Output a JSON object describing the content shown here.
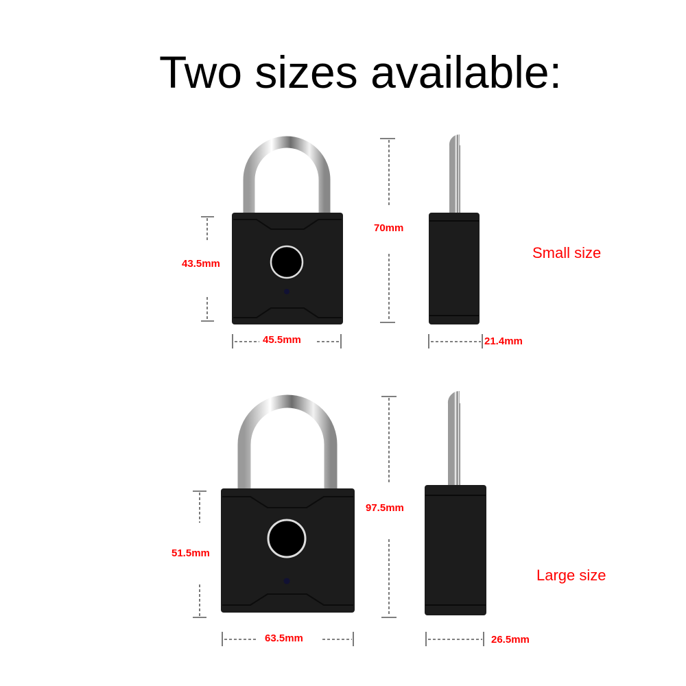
{
  "title": "Two sizes available:",
  "colors": {
    "label": "#ff0000",
    "body": "#1c1c1c",
    "title": "#000000"
  },
  "small": {
    "label": "Small size",
    "body_height": "43.5mm",
    "total_height": "70mm",
    "width": "45.5mm",
    "depth": "21.4mm"
  },
  "large": {
    "label": "Large size",
    "body_height": "51.5mm",
    "total_height": "97.5mm",
    "width": "63.5mm",
    "depth": "26.5mm"
  }
}
